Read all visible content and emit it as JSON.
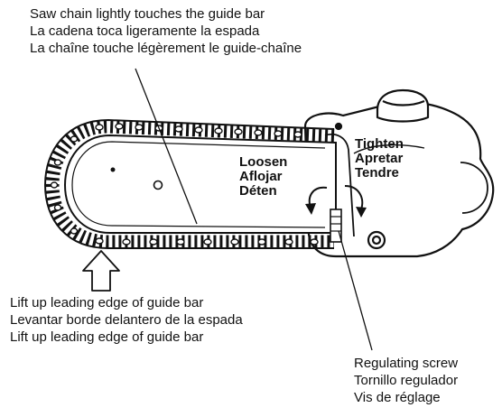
{
  "callouts": {
    "chain_touch": {
      "en": "Saw chain lightly touches the guide bar",
      "es": "La cadena toca ligeramente la espada",
      "fr": "La chaîne touche légèrement le guide-chaîne"
    },
    "loosen": {
      "en": "Loosen",
      "es": "Aflojar",
      "fr": "Déten"
    },
    "tighten": {
      "en": "Tighten",
      "es": "Apretar",
      "fr": "Tendre"
    },
    "lift_edge": {
      "en": "Lift up leading edge of guide bar",
      "es": "Levantar borde delantero de la espada",
      "fr": "Lift up leading edge of guide bar"
    },
    "regulating_screw": {
      "en": "Regulating screw",
      "es": "Tornillo regulador",
      "fr": "Vis de réglage"
    }
  },
  "icons": {
    "loosen_arrow": "counter-clockwise-arrow-icon",
    "tighten_arrow": "clockwise-arrow-icon",
    "lift_arrow": "up-arrow-icon"
  },
  "colors": {
    "ink": "#111111",
    "paper": "#ffffff"
  }
}
